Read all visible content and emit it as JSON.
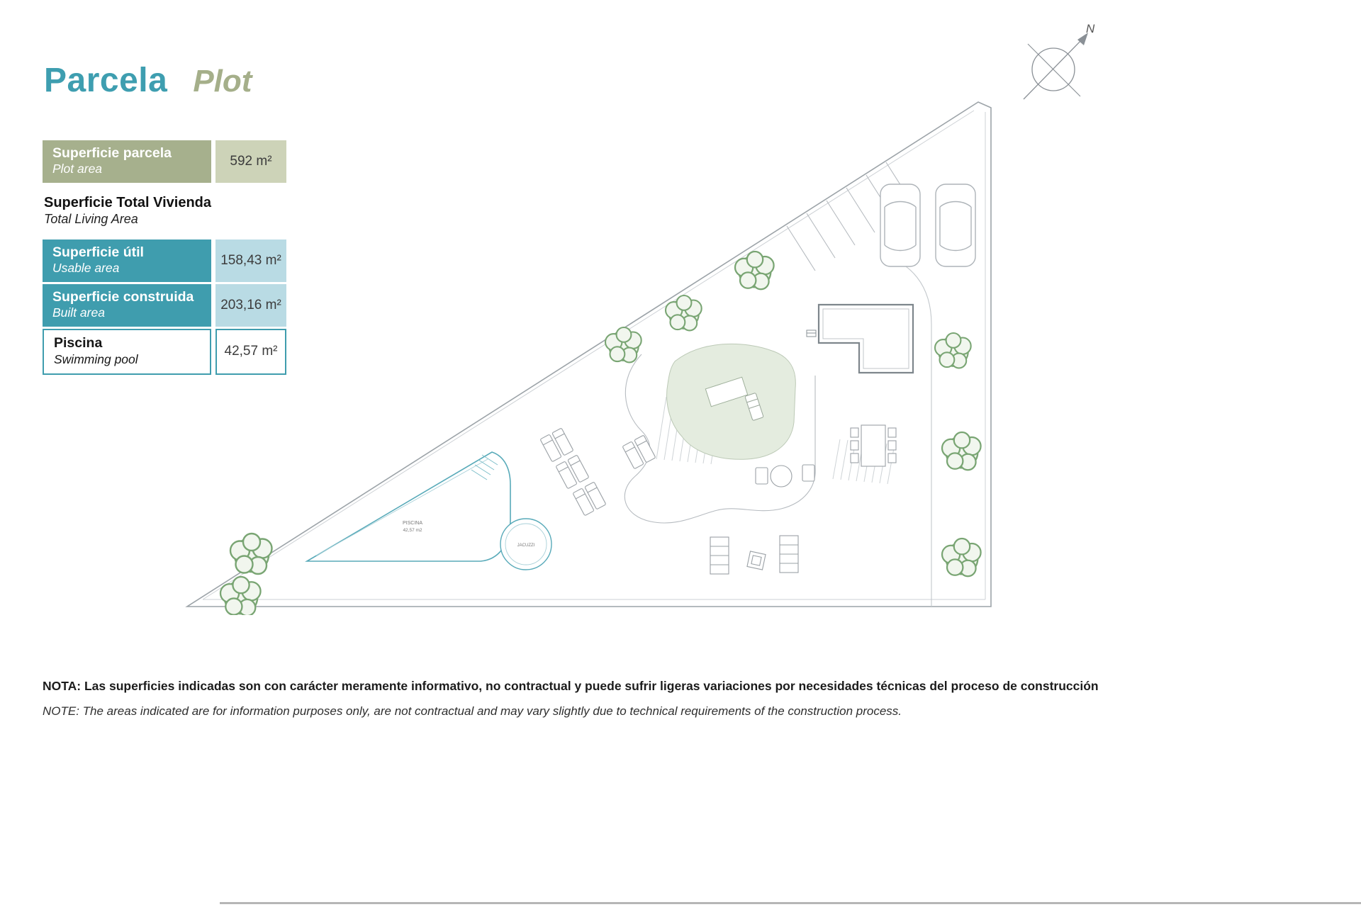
{
  "title": {
    "primary": "Parcela",
    "secondary": "Plot"
  },
  "compass": {
    "north_label": "N"
  },
  "area_table": {
    "plot_row": {
      "label_es": "Superficie parcela",
      "label_en": "Plot area",
      "value": "592 m²"
    },
    "section_heading": {
      "es": "Superficie Total Vivienda",
      "en": "Total Living Area"
    },
    "usable_row": {
      "label_es": "Superficie útil",
      "label_en": "Usable area",
      "value": "158,43 m²"
    },
    "built_row": {
      "label_es": "Superficie construida",
      "label_en": "Built area",
      "value": "203,16 m²"
    },
    "pool_row": {
      "label_es": "Piscina",
      "label_en": "Swimming pool",
      "value": "42,57 m²"
    }
  },
  "plan": {
    "pool_label_line1": "PISCINA",
    "pool_label_line2": "42,57 m2",
    "jacuzzi_label": "JACUZZI"
  },
  "note": {
    "es": "NOTA: Las superficies indicadas son con carácter meramente informativo, no contractual y puede sufrir ligeras variaciones por necesidades técnicas del proceso de construcción",
    "en": "NOTE: The areas indicated are for information purposes only, are not contractual and may vary slightly due to technical requirements of the construction process."
  },
  "colors": {
    "teal": "#3f9dae",
    "olive": "#a6b08d",
    "light_olive": "#cdd3b8",
    "light_blue": "#b9dbe4",
    "pool_teal": "#58aab9",
    "tree_green": "#79a573",
    "plan_line": "#9ca3a8"
  }
}
